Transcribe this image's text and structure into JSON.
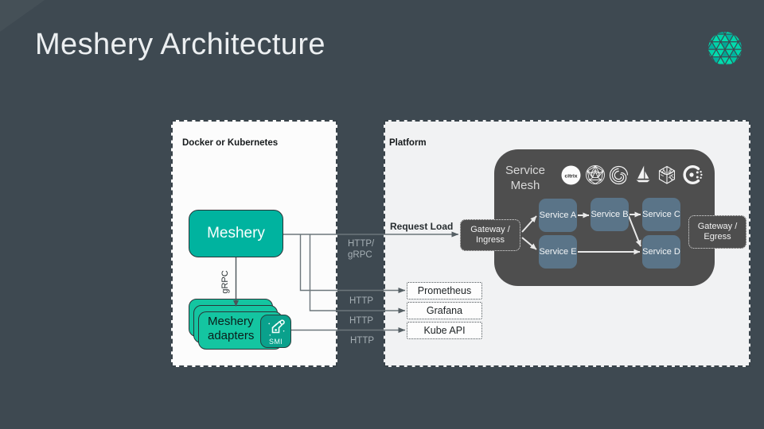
{
  "slide": {
    "title": "Meshery Architecture"
  },
  "colors": {
    "background": "#3e4951",
    "brand_teal": "#00b39f",
    "brand_green": "#00d3a9",
    "adapter_green": "#14c5a1",
    "mesh_container_gray": "#4e4e4e",
    "service_box_blue": "#5a7488",
    "panel_white": "#fcfcfc"
  },
  "left_panel": {
    "label": "Docker or Kubernetes",
    "meshery_node": "Meshery",
    "adapters_node": "Meshery adapters",
    "smi_badge": "SMI",
    "grpc_arrow_label": "gRPC"
  },
  "connectors": {
    "request_load_label": "Request Load",
    "http_grpc_label": "HTTP/ gRPC",
    "http_label_prometheus": "HTTP",
    "http_label_grafana": "HTTP",
    "http_label_kube": "HTTP"
  },
  "right_panel": {
    "label": "Platform",
    "service_mesh_title": "Service Mesh",
    "gateway_ingress": "Gateway / Ingress",
    "gateway_egress": "Gateway / Egress",
    "services": [
      {
        "label": "Service A"
      },
      {
        "label": "Service B"
      },
      {
        "label": "Service C"
      },
      {
        "label": "Service D"
      },
      {
        "label": "Service E"
      }
    ],
    "monitoring": [
      {
        "label": "Prometheus"
      },
      {
        "label": "Grafana"
      },
      {
        "label": "Kube API"
      }
    ],
    "mesh_logos": [
      "citrix",
      "mesh-sphere",
      "swirl-sphere",
      "istio-sail",
      "woven-cube",
      "consul-ring"
    ]
  }
}
